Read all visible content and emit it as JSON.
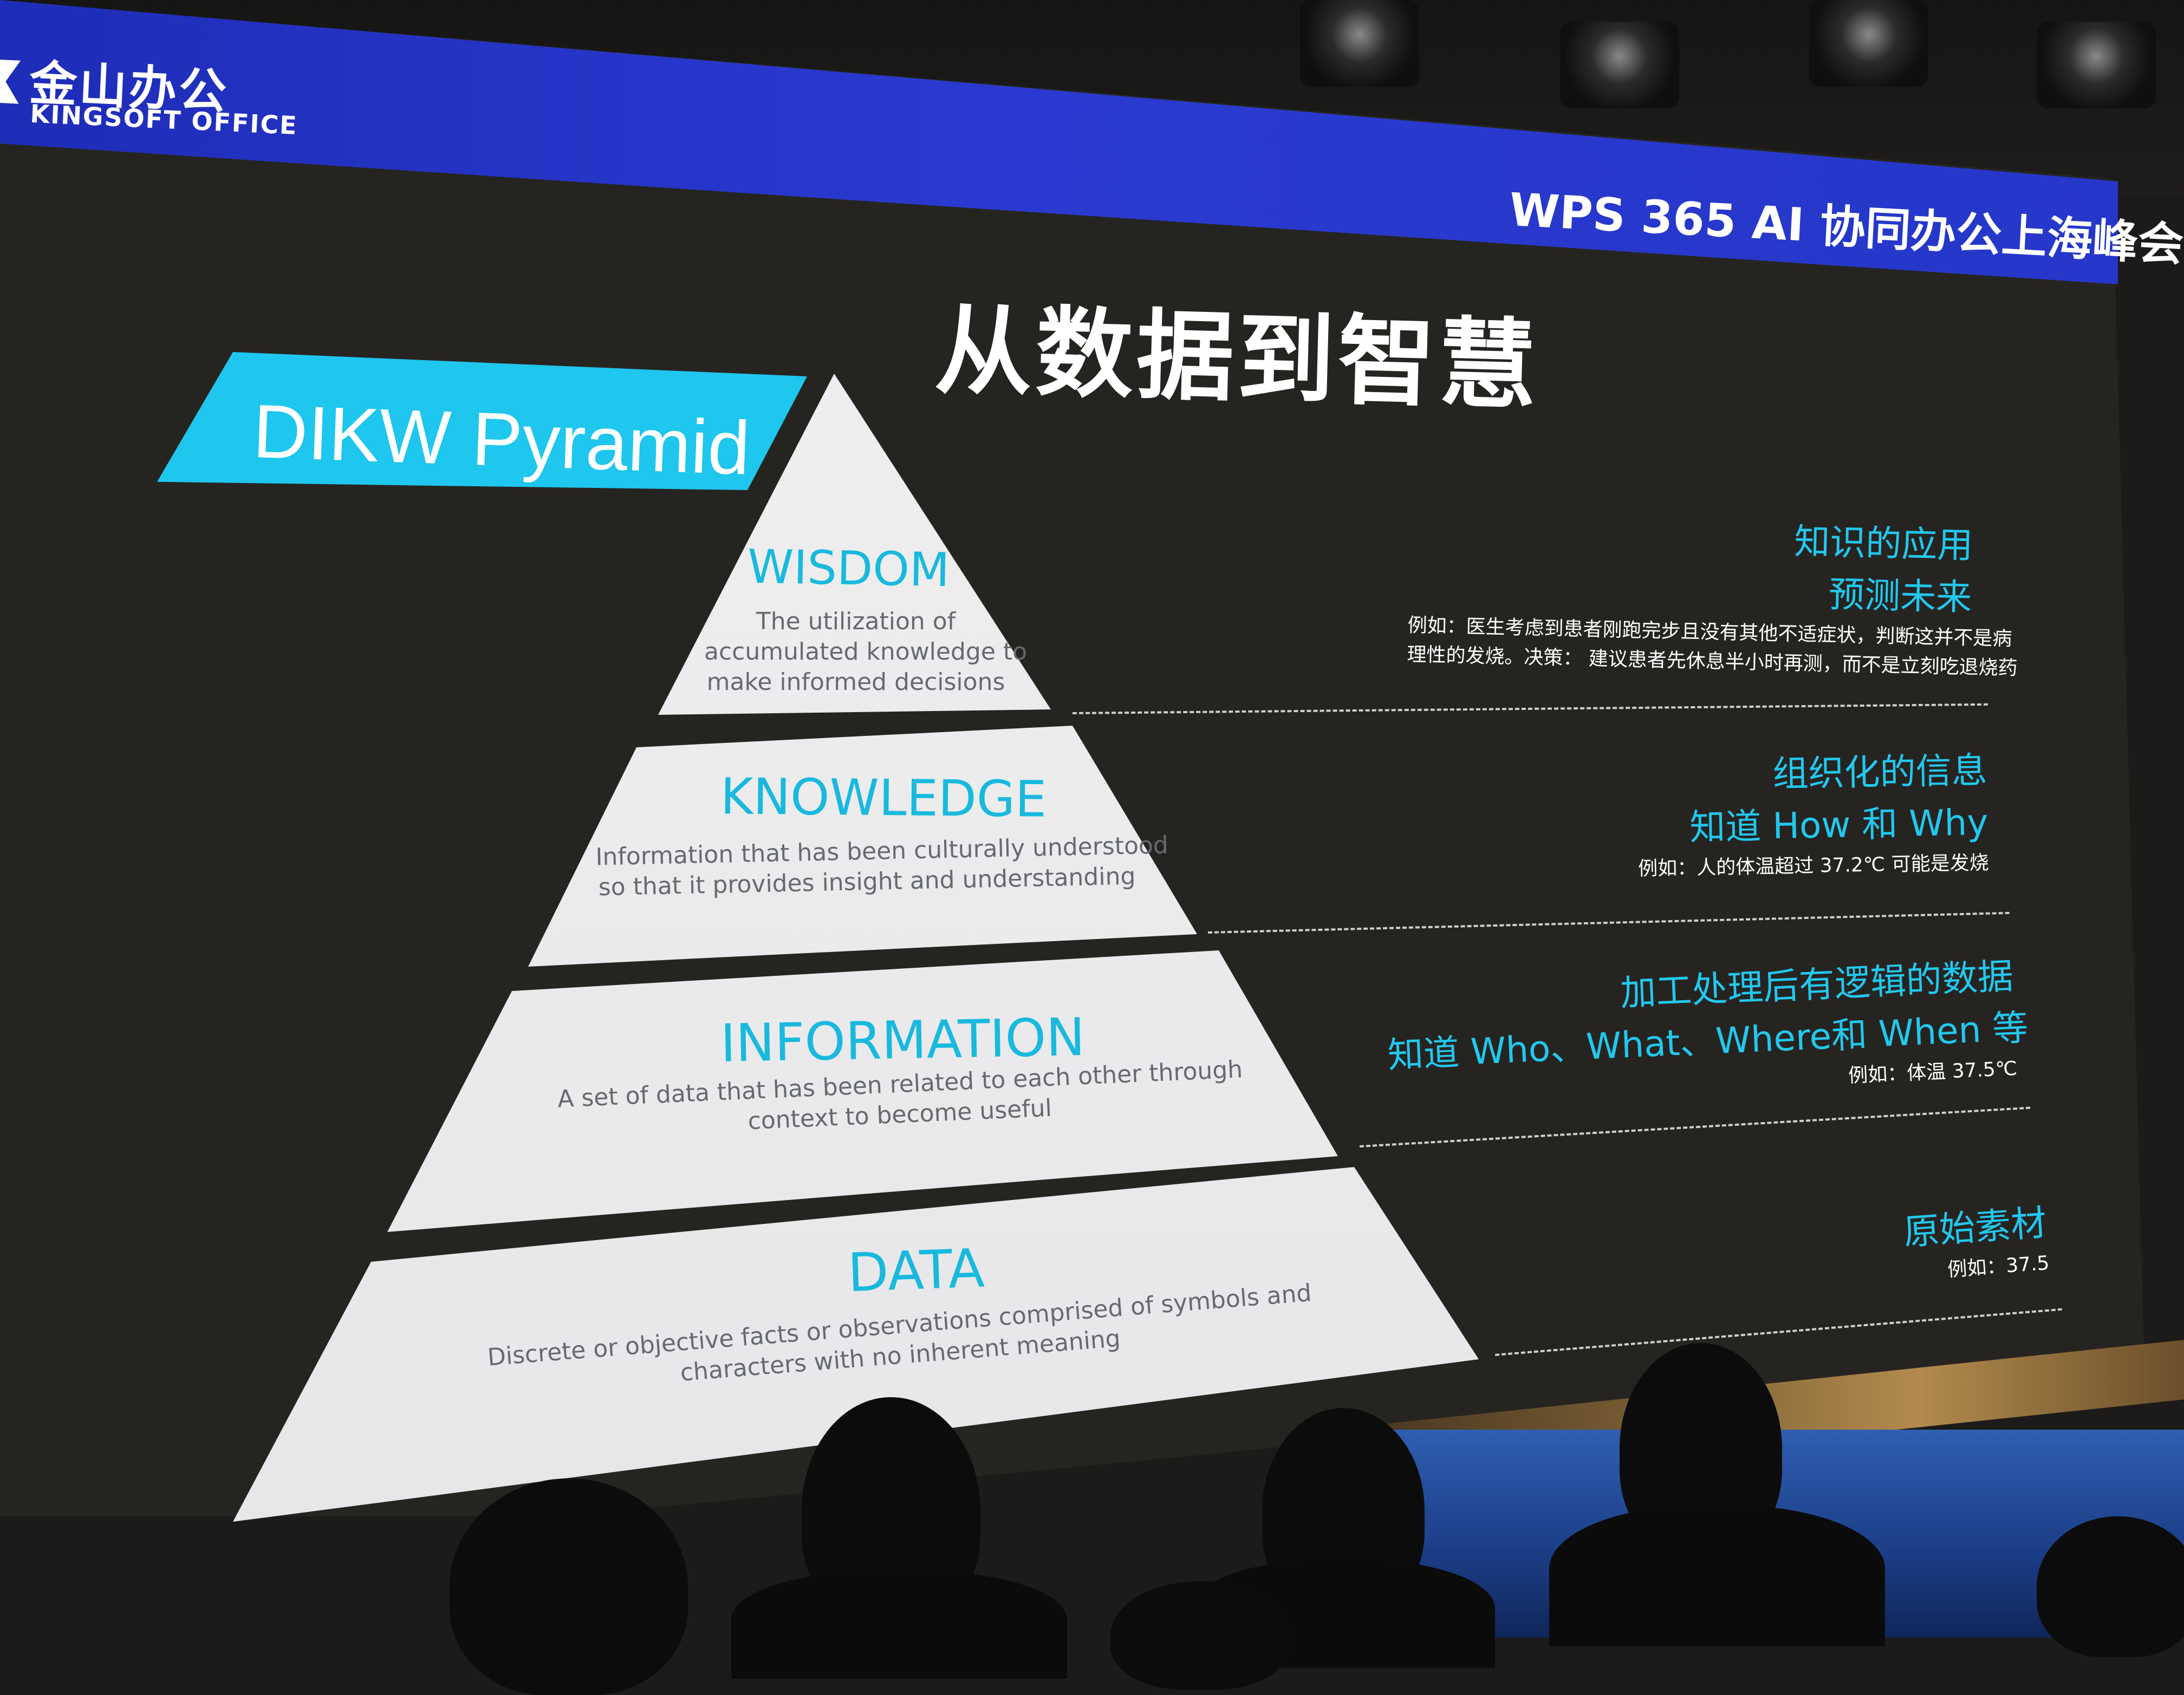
{
  "header": {
    "logo_cn": "金山办公",
    "logo_en": "KINGSOFT OFFICE",
    "event_title": "WPS 365 AI 协同办公上海峰会"
  },
  "slide": {
    "title": "从数据到智慧",
    "banner": "DIKW Pyramid"
  },
  "pyramid": {
    "wisdom": {
      "label": "WISDOM",
      "desc": [
        "The utilization of",
        "accumulated knowledge to",
        "make informed decisions"
      ]
    },
    "knowledge": {
      "label": "KNOWLEDGE",
      "desc": [
        "Information that has been culturally understood",
        "so that it provides insight and understanding"
      ]
    },
    "information": {
      "label": "INFORMATION",
      "desc": [
        "A set of data that has been related to each other through",
        "context to become useful"
      ]
    },
    "data": {
      "label": "DATA",
      "desc": [
        "Discrete or objective facts or observations comprised of symbols and",
        "characters with no inherent meaning"
      ]
    }
  },
  "notes": {
    "wisdom": {
      "line1": "知识的应用",
      "line2": "预测未来",
      "example1": "例如：医生考虑到患者刚跑完步且没有其他不适症状，判断这并不是病",
      "example2": "理性的发烧。决策：  建议患者先休息半小时再测，而不是立刻吃退烧药"
    },
    "knowledge": {
      "line1": "组织化的信息",
      "line2": "知道 How 和 Why",
      "example": "例如：人的体温超过 37.2℃ 可能是发烧"
    },
    "information": {
      "line1": "加工处理后有逻辑的数据",
      "line2": "知道 Who、What、Where和 When 等",
      "example": "例如：体温 37.5℃"
    },
    "data": {
      "line1": "原始素材",
      "example": "例如：37.5"
    }
  },
  "colors": {
    "header_blue": "#2a3ad0",
    "accent_cyan": "#1fc6ee",
    "tier_label": "#19b9dd",
    "tier_fill": "#ececee",
    "slide_bg": "#262421"
  }
}
